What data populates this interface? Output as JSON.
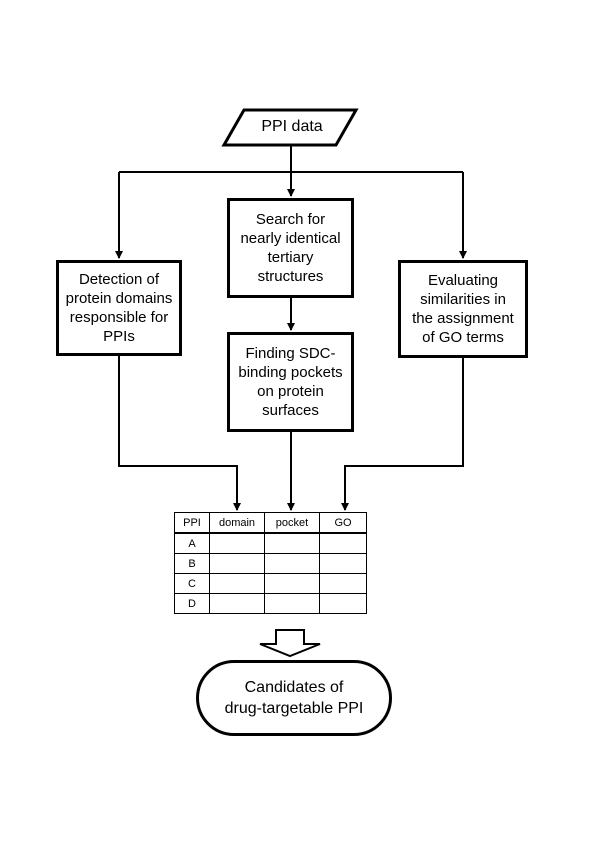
{
  "input": {
    "label": "PPI data"
  },
  "nodes": {
    "left": "Detection of\nprotein domains\nresponsible for\nPPIs",
    "center_top": "Search for\nnearly identical\ntertiary\nstructures",
    "center_bottom": "Finding SDC-\nbinding pockets\non protein\nsurfaces",
    "right": "Evaluating\nsimilarities in\nthe assignment\nof GO terms"
  },
  "table": {
    "headers": [
      "PPI",
      "domain",
      "pocket",
      "GO"
    ],
    "rows": [
      "A",
      "B",
      "C",
      "D"
    ]
  },
  "output": {
    "label": "Candidates of\ndrug-targetable PPI"
  },
  "colors": {
    "stroke": "#000000",
    "background": "#ffffff"
  }
}
